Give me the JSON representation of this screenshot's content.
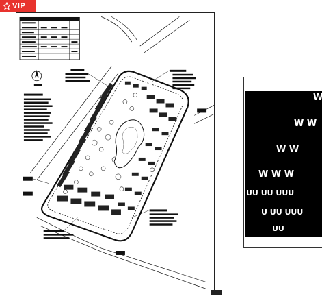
{
  "badge": {
    "label": "VIP",
    "icon": "star-icon",
    "color": "#e8332e"
  },
  "drawing": {
    "north_arrow": "north-arrow-icon",
    "sheet_id_stamp": ""
  },
  "detail": {
    "tree_rows": [
      {
        "text": "W"
      },
      {
        "text": "W W"
      },
      {
        "text": "W W"
      },
      {
        "text": "W W   W"
      },
      {
        "text": "UU  UU UUU"
      },
      {
        "text": "U UU  UUU"
      },
      {
        "text": "UU"
      }
    ]
  }
}
